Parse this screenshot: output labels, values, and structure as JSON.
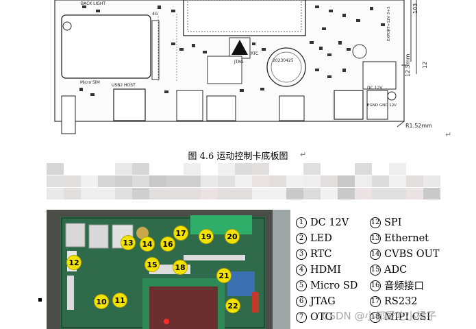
{
  "pcb": {
    "labels": {
      "back_light": "BACK LIGHT",
      "fourg": "4G",
      "rtc": "RTC",
      "jtag": "JTAG",
      "date_code": "20230425",
      "micro_sim": "Micro SIM",
      "usb2_host": "USB2 HOST",
      "dc12v": "DC 12V",
      "dc12v_side": "DC 12V",
      "egnd": "EGND GND 12V",
      "dim_12_5": "12.5mm",
      "dim_r": "R1.52mm",
      "dim_103": "103",
      "dim_12": "12",
      "export": "EXPORT+12V 3+3"
    }
  },
  "caption": {
    "text": "图 4.6  运动控制卡底板图",
    "return_mark": "↵"
  },
  "photo": {
    "markers": [
      "10",
      "11",
      "12",
      "13",
      "14",
      "15",
      "16",
      "17",
      "18",
      "19",
      "20",
      "21",
      "22"
    ]
  },
  "legend": {
    "left": [
      {
        "num": "1",
        "label": "DC 12V"
      },
      {
        "num": "2",
        "label": "LED"
      },
      {
        "num": "3",
        "label": "RTC"
      },
      {
        "num": "4",
        "label": "HDMI"
      },
      {
        "num": "5",
        "label": "Micro SD"
      },
      {
        "num": "6",
        "label": "JTAG"
      },
      {
        "num": "7",
        "label": "OTG"
      }
    ],
    "right": [
      {
        "num": "12",
        "label": "SPI"
      },
      {
        "num": "13",
        "label": "Ethernet"
      },
      {
        "num": "14",
        "label": "CVBS OUT"
      },
      {
        "num": "15",
        "label": "ADC"
      },
      {
        "num": "16",
        "label": "音频接口"
      },
      {
        "num": "17",
        "label": "RS232"
      },
      {
        "num": "18",
        "label": "MIPI CSI"
      }
    ]
  },
  "watermark": "CSDN @小都爱吃小橘子"
}
